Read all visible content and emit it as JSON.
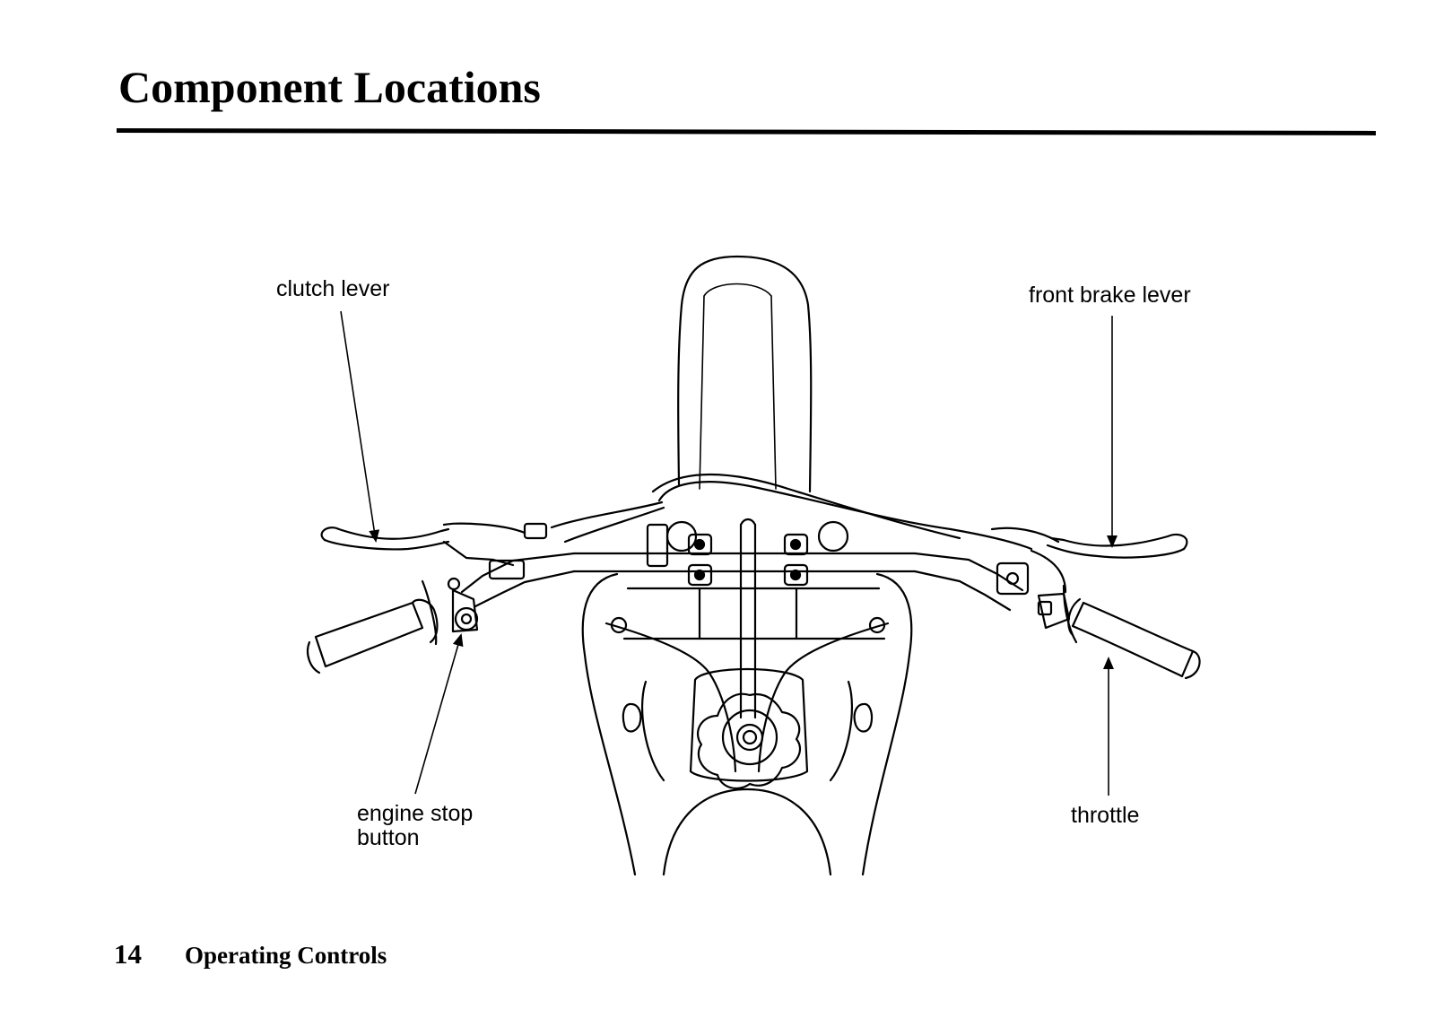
{
  "page": {
    "title": "Component Locations",
    "page_number": "14",
    "section": "Operating Controls"
  },
  "diagram": {
    "subject": "handlebar-icon",
    "labels": {
      "clutch_lever": "clutch lever",
      "front_brake_lever": "front brake lever",
      "engine_stop_line1": "engine stop",
      "engine_stop_line2": "button",
      "throttle": "throttle"
    }
  }
}
